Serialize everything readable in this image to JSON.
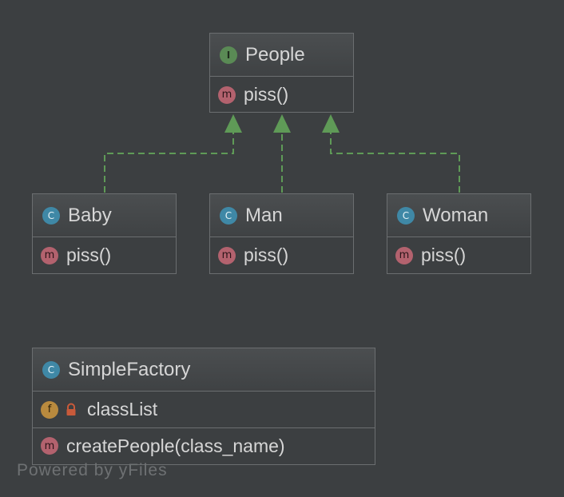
{
  "diagram": {
    "interface": {
      "badge": "I",
      "name": "People",
      "methods": [
        {
          "badge": "m",
          "label": "piss()"
        }
      ]
    },
    "classes": [
      {
        "badge": "C",
        "name": "Baby",
        "methods": [
          {
            "badge": "m",
            "label": "piss()"
          }
        ]
      },
      {
        "badge": "C",
        "name": "Man",
        "methods": [
          {
            "badge": "m",
            "label": "piss()"
          }
        ]
      },
      {
        "badge": "C",
        "name": "Woman",
        "methods": [
          {
            "badge": "m",
            "label": "piss()"
          }
        ]
      }
    ],
    "factory": {
      "badge": "C",
      "name": "SimpleFactory",
      "fields": [
        {
          "badge": "f",
          "visibility_icon": "lock-icon",
          "label": "classList"
        }
      ],
      "methods": [
        {
          "badge": "m",
          "label": "createPeople(class_name)"
        }
      ]
    },
    "relations": [
      {
        "from": "Baby",
        "to": "People",
        "type": "implements"
      },
      {
        "from": "Man",
        "to": "People",
        "type": "implements"
      },
      {
        "from": "Woman",
        "to": "People",
        "type": "implements"
      }
    ]
  },
  "colors": {
    "background": "#3c3f41",
    "edge": "#5f9a57",
    "interface_badge": "#5a8a55",
    "class_badge": "#3f88a6",
    "method_badge": "#b3626e",
    "field_badge": "#b98a3e",
    "lock": "#c85a3a"
  },
  "watermark": "Powered by yFiles"
}
